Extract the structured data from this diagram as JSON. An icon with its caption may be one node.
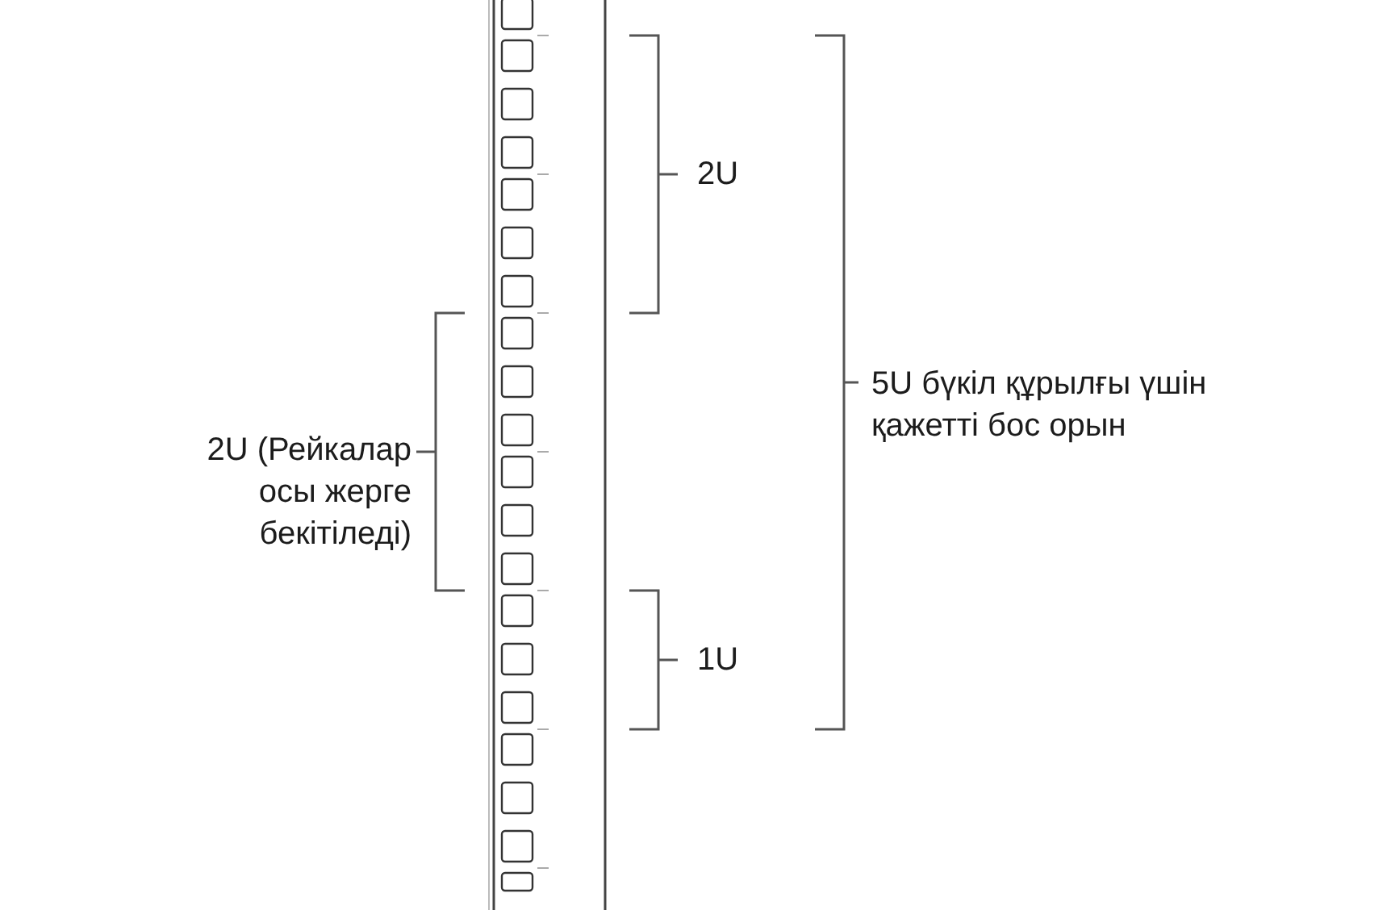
{
  "diagram": {
    "labels": [
      "2U",
      "2U (Рейкалар осы жерге бекітіледі)",
      "5U бүкіл құрылғы үшін қажетті бос орын",
      "1U"
    ]
  }
}
